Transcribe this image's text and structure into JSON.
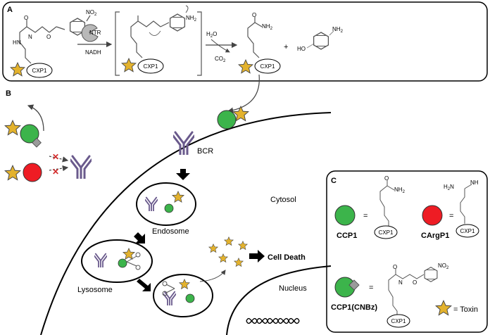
{
  "panels": {
    "a": "A",
    "b": "B",
    "c": "C"
  },
  "panel_a": {
    "nitro": "NO",
    "nitro_sub": "2",
    "enzyme": "NTR",
    "cofactor": "NADH",
    "amine": "NH",
    "amine_sub": "2",
    "water": "H",
    "water_sub": "2",
    "water_o": "O",
    "co2": "CO",
    "co2_sub": "2",
    "plus": "+",
    "ho": "HO",
    "nh2": "NH",
    "nh2_sub": "2",
    "atom_o": "O",
    "atom_n": "N",
    "atom_h": "H",
    "cxp1": "CXP1"
  },
  "panel_b": {
    "bcr": "BCR",
    "cytosol": "Cytosol",
    "endosome": "Endosome",
    "lysosome": "Lysosome",
    "nucleus": "Nucleus",
    "cell_death": "Cell Death"
  },
  "panel_c": {
    "ccp1": "CCP1",
    "cargp1": "CArgP1",
    "ccp1_cnbz": "CCP1(CNBz)",
    "equals": "=",
    "toxin": "= Toxin",
    "cxp1": "CXP1",
    "h2n": "H",
    "h2n_sub": "2",
    "h2n_n": "N",
    "nh": "NH",
    "no2": "NO",
    "no2_sub": "2",
    "o": "O",
    "n": "N",
    "h": "H"
  },
  "colors": {
    "green": "#3cb44b",
    "red": "#ee1c24",
    "gold": "#e3b22d",
    "purple": "#6a5a8c",
    "grey_square": "#9a9a9a",
    "cross": "#d22a2a"
  }
}
